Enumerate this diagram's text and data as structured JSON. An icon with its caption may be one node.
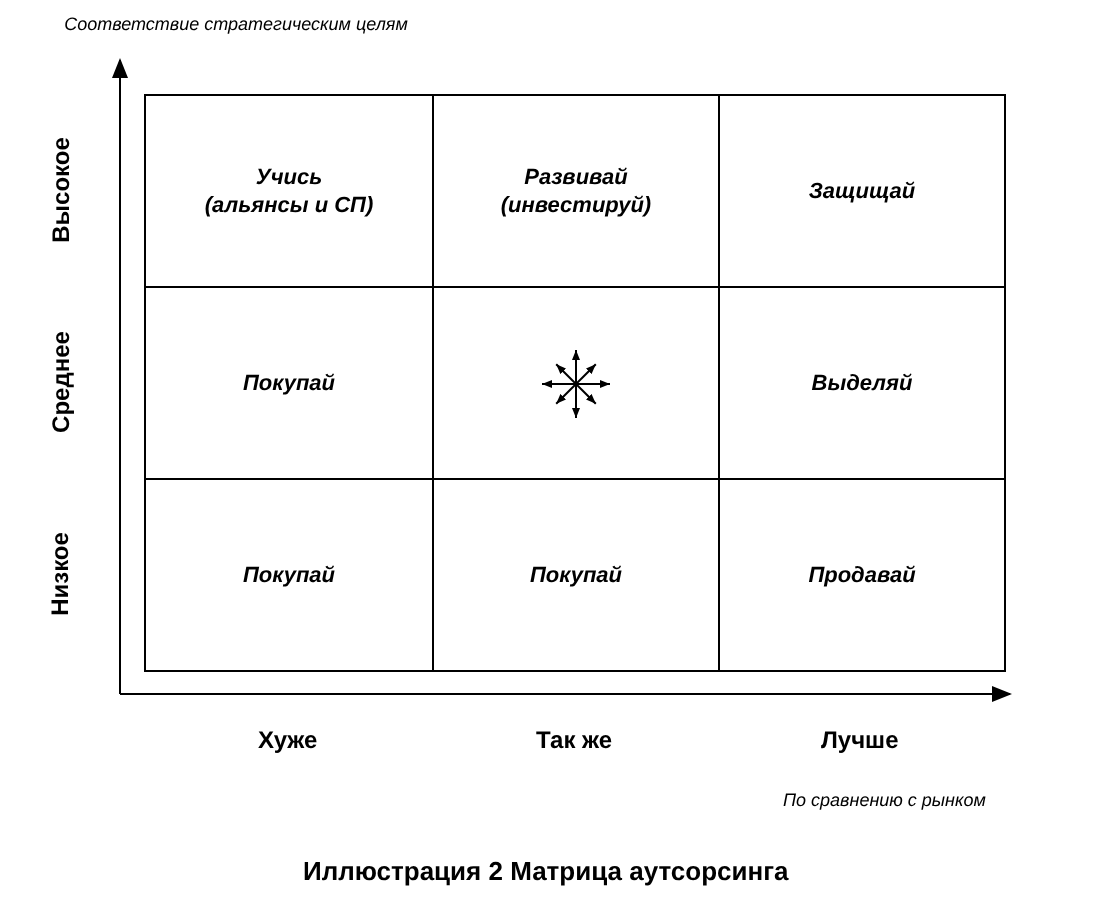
{
  "diagram": {
    "caption": "Иллюстрация 2 Матрица аутсорсинга",
    "nodes": [
      {
        "text": [
          "Учись",
          "(альянсы и СП)"
        ]
      },
      {
        "text": [
          "Развивай",
          "(инвестируй)"
        ]
      },
      {
        "text": [
          "Защищай"
        ]
      },
      {
        "text": [
          "Покупай"
        ]
      },
      {
        "text": [],
        "shape": "picture"
      },
      {
        "text": [
          "Выделяй"
        ]
      },
      {
        "text": [
          "Покупай"
        ]
      },
      {
        "text": [
          "Покупай"
        ]
      },
      {
        "text": [
          "Продавай"
        ]
      }
    ],
    "edges": [],
    "labels": [
      "Соответствие стратегическим целям",
      "Высокое",
      "Среднее",
      "Низкое",
      "Хуже",
      "Так же",
      "Лучше",
      "По сравнению с рынком"
    ]
  }
}
